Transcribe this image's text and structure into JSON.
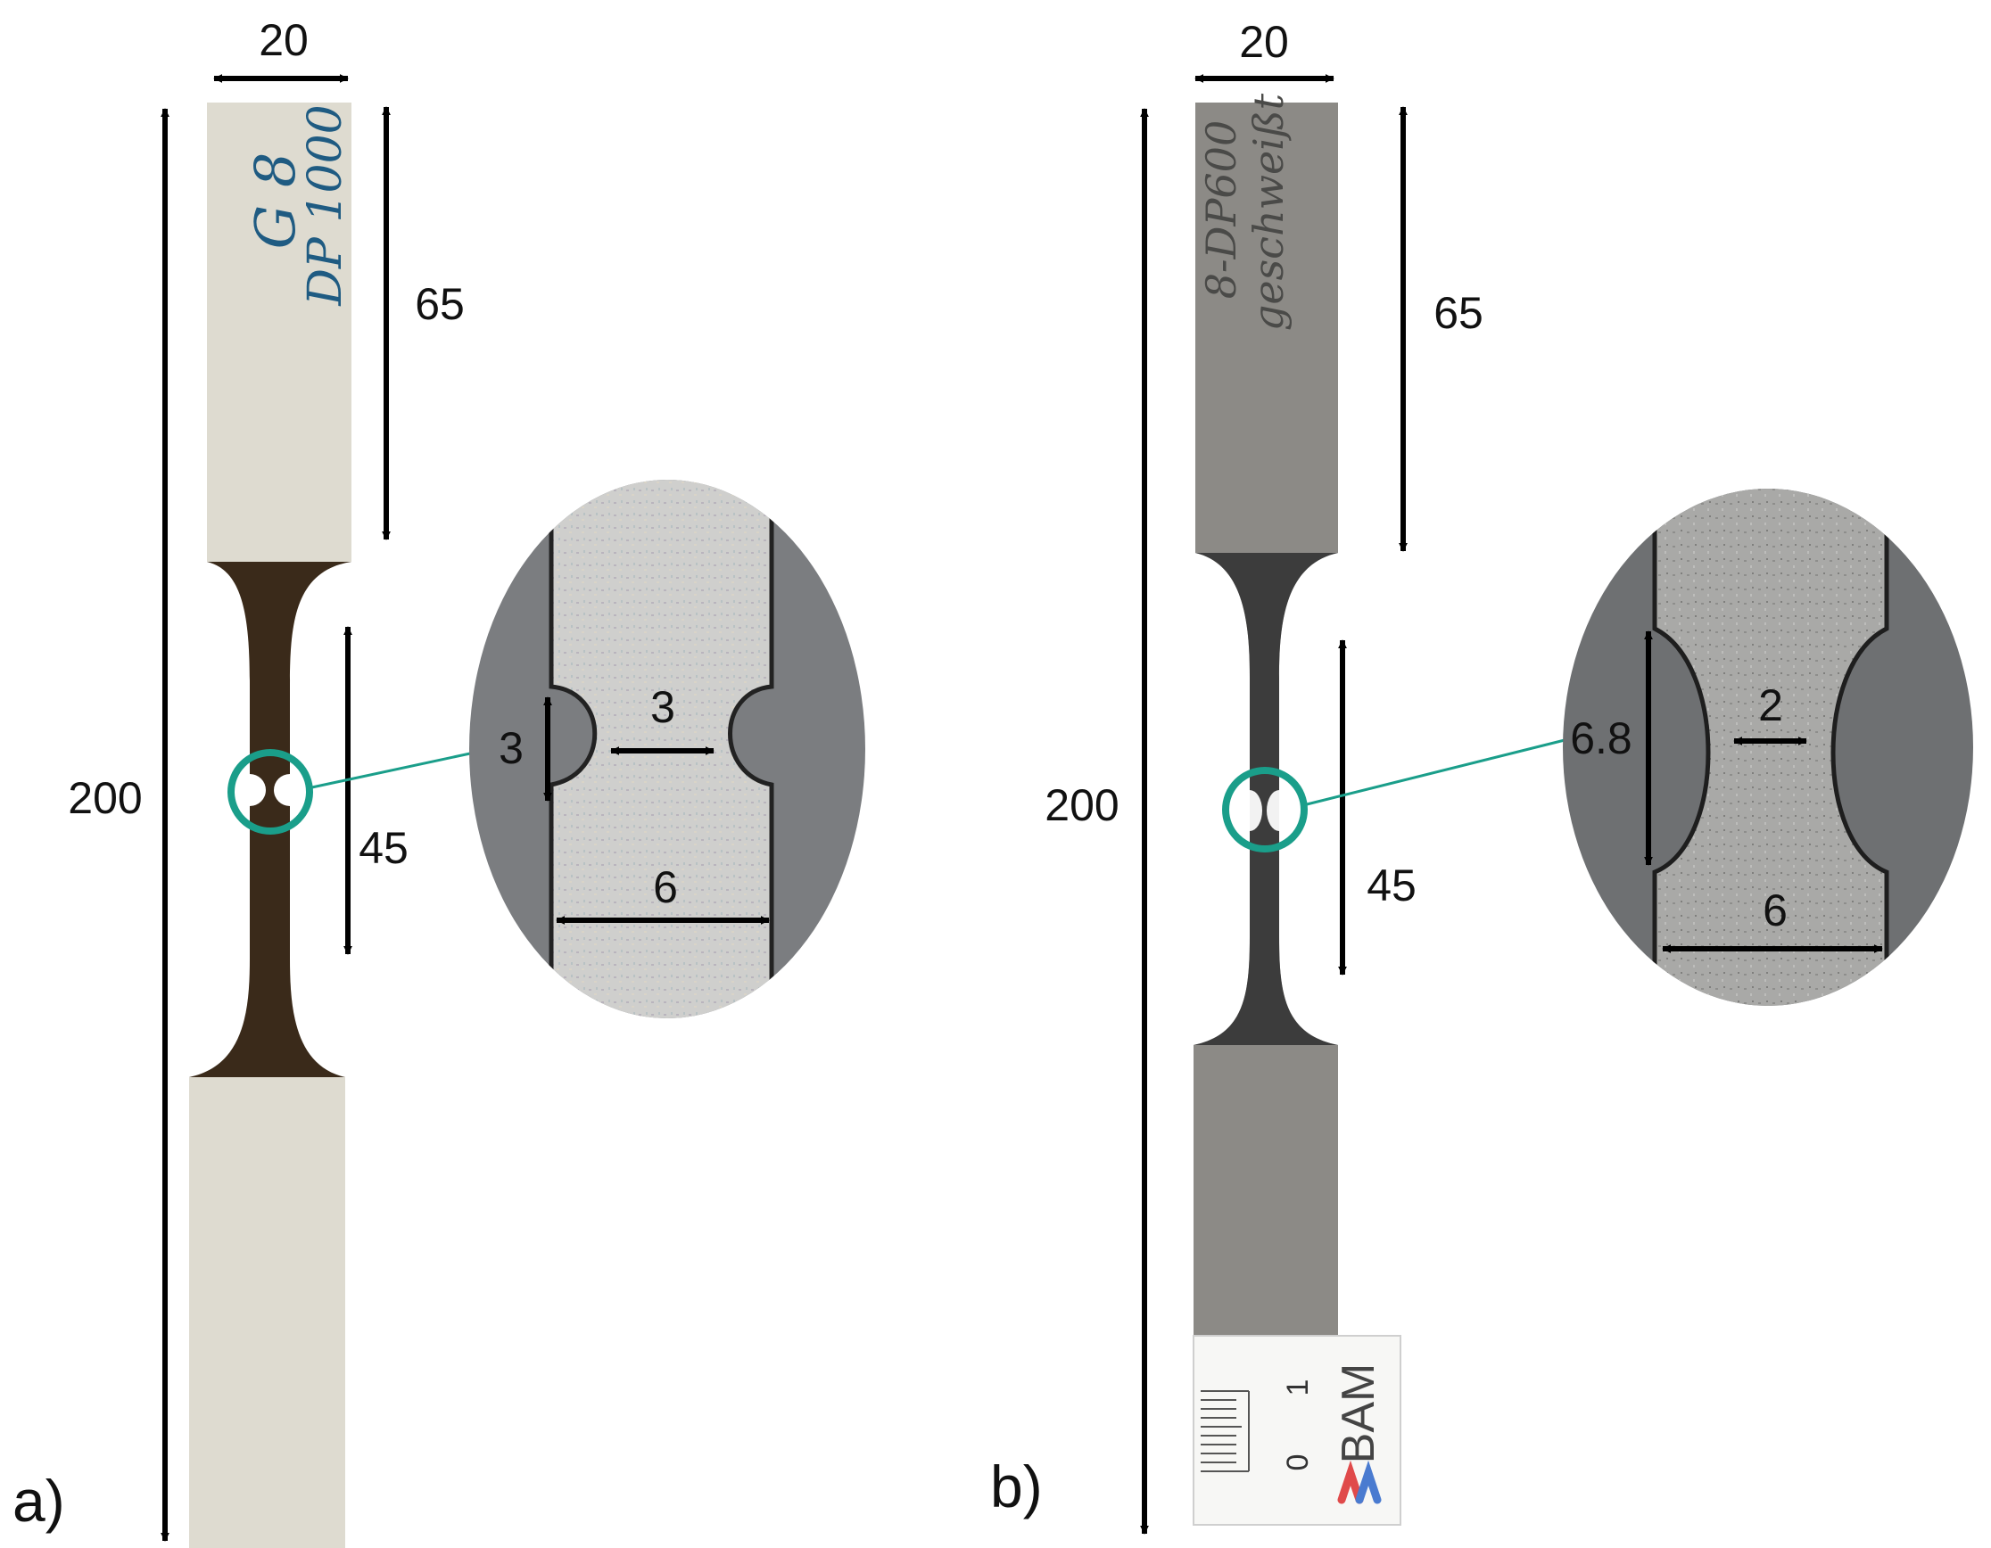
{
  "panel_a": {
    "label": "a)",
    "total_length": "200",
    "grip_width": "20",
    "grip_length": "65",
    "gauge_length": "45",
    "detail_notch_depth": "3",
    "detail_ligament": "3",
    "detail_width": "6",
    "handwriting_line1": "G 8",
    "handwriting_line2": "DP 1000"
  },
  "panel_b": {
    "label": "b)",
    "total_length": "200",
    "grip_width": "20",
    "grip_length": "65",
    "gauge_length": "45",
    "detail_notch_height": "6.8",
    "detail_ligament": "2",
    "detail_width": "6",
    "handwriting_line1": "8-DP600",
    "handwriting_line2": "geschweißt",
    "scale_logo": "BAM",
    "scale_tick_0": "0",
    "scale_tick_1": "1"
  },
  "colors": {
    "leader": "#1a9e8a",
    "arrow": "#000000",
    "specimen_a_grip": "#dedbd0",
    "specimen_a_gauge": "#3a2a1a",
    "specimen_b": "#8c8a86",
    "specimen_b_gauge": "#3c3c3c",
    "detail_background": "#7b7d80",
    "detail_metal": "#c8c8c6"
  }
}
